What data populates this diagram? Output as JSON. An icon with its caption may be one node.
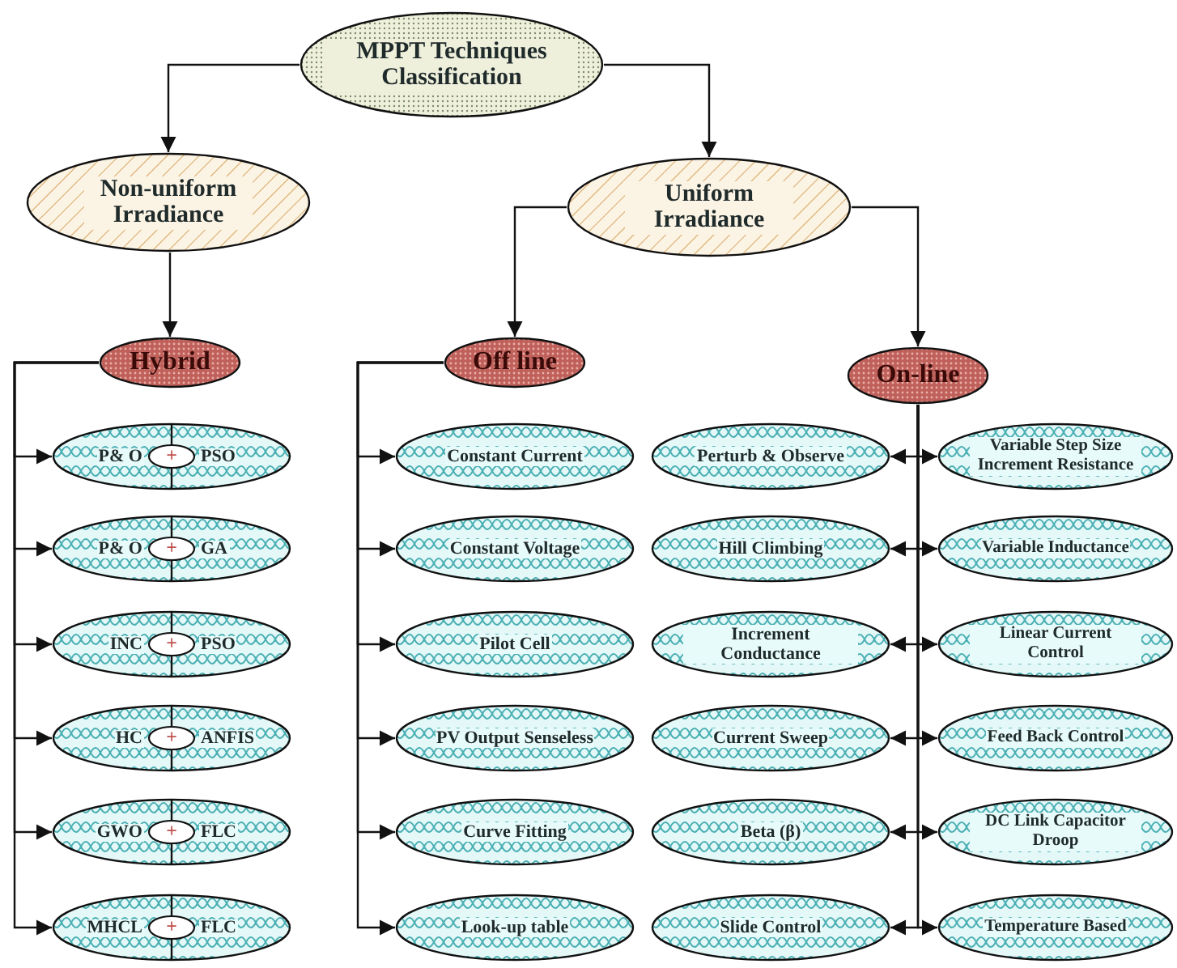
{
  "diagram": {
    "nodes": [
      {
        "text": [
          "MPPT Techniques Classification"
        ]
      },
      {
        "text": [
          "Non-uniform Irradiance"
        ]
      },
      {
        "text": [
          "Uniform Irradiance"
        ]
      },
      {
        "text": [
          "Hybrid"
        ]
      },
      {
        "text": [
          "Off line"
        ]
      },
      {
        "text": [
          "On-line"
        ]
      },
      {
        "text": [
          "P& O",
          "PSO"
        ]
      },
      {
        "text": [
          "+"
        ],
        "in": 6
      },
      {
        "text": [
          "P& O",
          "GA"
        ]
      },
      {
        "text": [
          "+"
        ],
        "in": 8
      },
      {
        "text": [
          "INC",
          "PSO"
        ]
      },
      {
        "text": [
          "+"
        ],
        "in": 10
      },
      {
        "text": [
          "HC",
          "ANFIS"
        ]
      },
      {
        "text": [
          "+"
        ],
        "in": 12
      },
      {
        "text": [
          "GWO",
          "FLC"
        ]
      },
      {
        "text": [
          "+"
        ],
        "in": 14
      },
      {
        "text": [
          "MHCL",
          "FLC"
        ]
      },
      {
        "text": [
          "+"
        ],
        "in": 16
      },
      {
        "text": [
          "Constant Current"
        ]
      },
      {
        "text": [
          "Constant Voltage"
        ]
      },
      {
        "text": [
          "Pilot Cell"
        ]
      },
      {
        "text": [
          "PV Output Senseless"
        ]
      },
      {
        "text": [
          "Curve Fitting"
        ]
      },
      {
        "text": [
          "Look-up table"
        ]
      },
      {
        "text": [
          "Perturb & Observe"
        ]
      },
      {
        "text": [
          "Variable Step Size Increment Resistance"
        ]
      },
      {
        "text": [
          "Hill Climbing"
        ]
      },
      {
        "text": [
          "Variable Inductance"
        ]
      },
      {
        "text": [
          "Increment Conductance"
        ]
      },
      {
        "text": [
          "Linear Current Control"
        ]
      },
      {
        "text": [
          "Current Sweep"
        ]
      },
      {
        "text": [
          "Feed Back Control"
        ]
      },
      {
        "text": [
          "Beta (β)"
        ]
      },
      {
        "text": [
          "DC Link Capacitor Droop"
        ]
      },
      {
        "text": [
          "Slide Control"
        ]
      },
      {
        "text": [
          "Temperature Based"
        ]
      }
    ],
    "edges": [
      {
        "from": 0,
        "to": 1,
        "arrow": "to"
      },
      {
        "from": 0,
        "to": 2,
        "arrow": "to"
      },
      {
        "from": 1,
        "to": 3,
        "arrow": "to"
      },
      {
        "from": 2,
        "to": 4,
        "arrow": "to"
      },
      {
        "from": 2,
        "to": 5,
        "arrow": "to"
      },
      {
        "from": 3,
        "to": 6,
        "arrow": "to"
      },
      {
        "from": 3,
        "to": 8,
        "arrow": "to"
      },
      {
        "from": 3,
        "to": 10,
        "arrow": "to"
      },
      {
        "from": 3,
        "to": 12,
        "arrow": "to"
      },
      {
        "from": 3,
        "to": 14,
        "arrow": "to"
      },
      {
        "from": 3,
        "to": 16,
        "arrow": "to"
      },
      {
        "from": 4,
        "to": 18,
        "arrow": "to"
      },
      {
        "from": 4,
        "to": 19,
        "arrow": "to"
      },
      {
        "from": 4,
        "to": 20,
        "arrow": "to"
      },
      {
        "from": 4,
        "to": 21,
        "arrow": "to"
      },
      {
        "from": 4,
        "to": 22,
        "arrow": "to"
      },
      {
        "from": 4,
        "to": 23,
        "arrow": "to"
      },
      {
        "from": 5,
        "to": 24,
        "arrow": "to"
      },
      {
        "from": 5,
        "to": 25,
        "arrow": "to"
      },
      {
        "from": 5,
        "to": 26,
        "arrow": "to"
      },
      {
        "from": 5,
        "to": 27,
        "arrow": "to"
      },
      {
        "from": 5,
        "to": 28,
        "arrow": "to"
      },
      {
        "from": 5,
        "to": 29,
        "arrow": "to"
      },
      {
        "from": 5,
        "to": 30,
        "arrow": "to"
      },
      {
        "from": 5,
        "to": 31,
        "arrow": "to"
      },
      {
        "from": 5,
        "to": 32,
        "arrow": "to"
      },
      {
        "from": 5,
        "to": 33,
        "arrow": "to"
      },
      {
        "from": 5,
        "to": 34,
        "arrow": "to"
      },
      {
        "from": 5,
        "to": 35,
        "arrow": "to"
      }
    ]
  }
}
